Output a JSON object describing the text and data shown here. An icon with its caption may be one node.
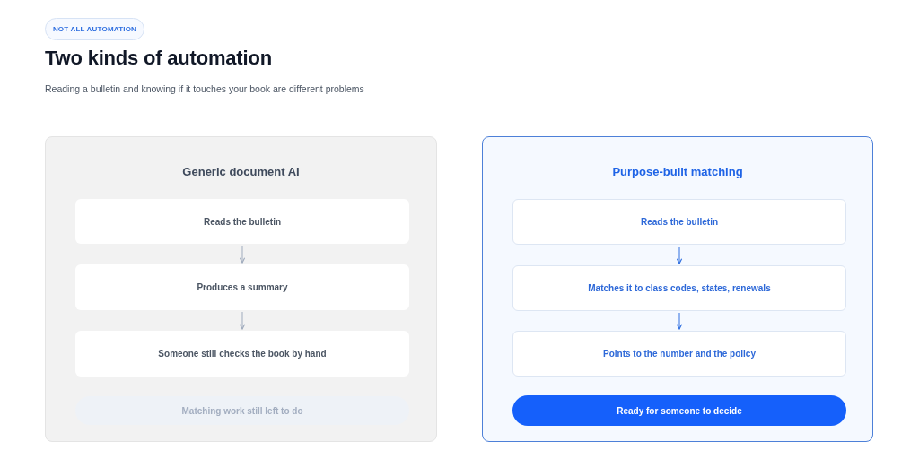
{
  "diagram": {
    "title": "Two kinds of automation",
    "nodes": [
      {
        "text": [
          "NOT ALL AUTOMATION"
        ]
      },
      {
        "text": [
          "Generic document AI"
        ]
      },
      {
        "text": [
          "Reads the bulletin"
        ],
        "in": 1
      },
      {
        "text": [
          "Produces a summary"
        ],
        "in": 1
      },
      {
        "text": [
          "Someone still checks the book by hand"
        ],
        "in": 1
      },
      {
        "text": [
          "Matching work still left to do"
        ],
        "in": 1
      },
      {
        "text": [
          "Purpose-built matching"
        ]
      },
      {
        "text": [
          "Reads the bulletin"
        ],
        "in": 6
      },
      {
        "text": [
          "Matches it to class codes, states, renewals"
        ],
        "in": 6
      },
      {
        "text": [
          "Points to the number and the policy"
        ],
        "in": 6
      },
      {
        "text": [
          "Ready for someone to decide"
        ],
        "in": 6
      }
    ],
    "edges": [
      {
        "from": 2,
        "to": 3,
        "arrow": "to",
        "color": "#9fabbd"
      },
      {
        "from": 3,
        "to": 4,
        "arrow": "to",
        "color": "#9fabbd"
      },
      {
        "from": 7,
        "to": 8,
        "arrow": "to",
        "color": "#2f6fe0"
      },
      {
        "from": 8,
        "to": 9,
        "arrow": "to",
        "color": "#2f6fe0"
      }
    ],
    "labels": [
      "Reading a bulletin and knowing if it touches your book are different problems"
    ]
  }
}
